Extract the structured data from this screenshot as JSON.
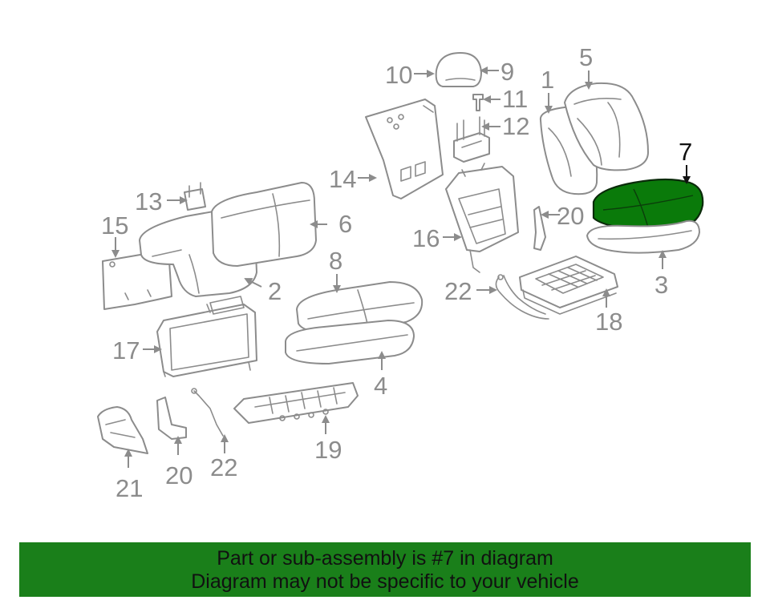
{
  "callouts": {
    "c1": "1",
    "c2": "2",
    "c3": "3",
    "c4": "4",
    "c5": "5",
    "c6": "6",
    "c7": "7",
    "c8": "8",
    "c9": "9",
    "c10": "10",
    "c11": "11",
    "c12": "12",
    "c13": "13",
    "c14": "14",
    "c15": "15",
    "c16": "16",
    "c17": "17",
    "c18": "18",
    "c19": "19",
    "c20a": "20",
    "c20b": "20",
    "c21": "21",
    "c22a": "22",
    "c22b": "22"
  },
  "banner": {
    "line1": "Part or sub-assembly is #7 in diagram",
    "line2": "Diagram may not be specific to your vehicle"
  },
  "colors": {
    "highlight_part": "#0a7a0a",
    "banner_background": "#1a7f1a",
    "line_art": "#8c8c8c"
  }
}
